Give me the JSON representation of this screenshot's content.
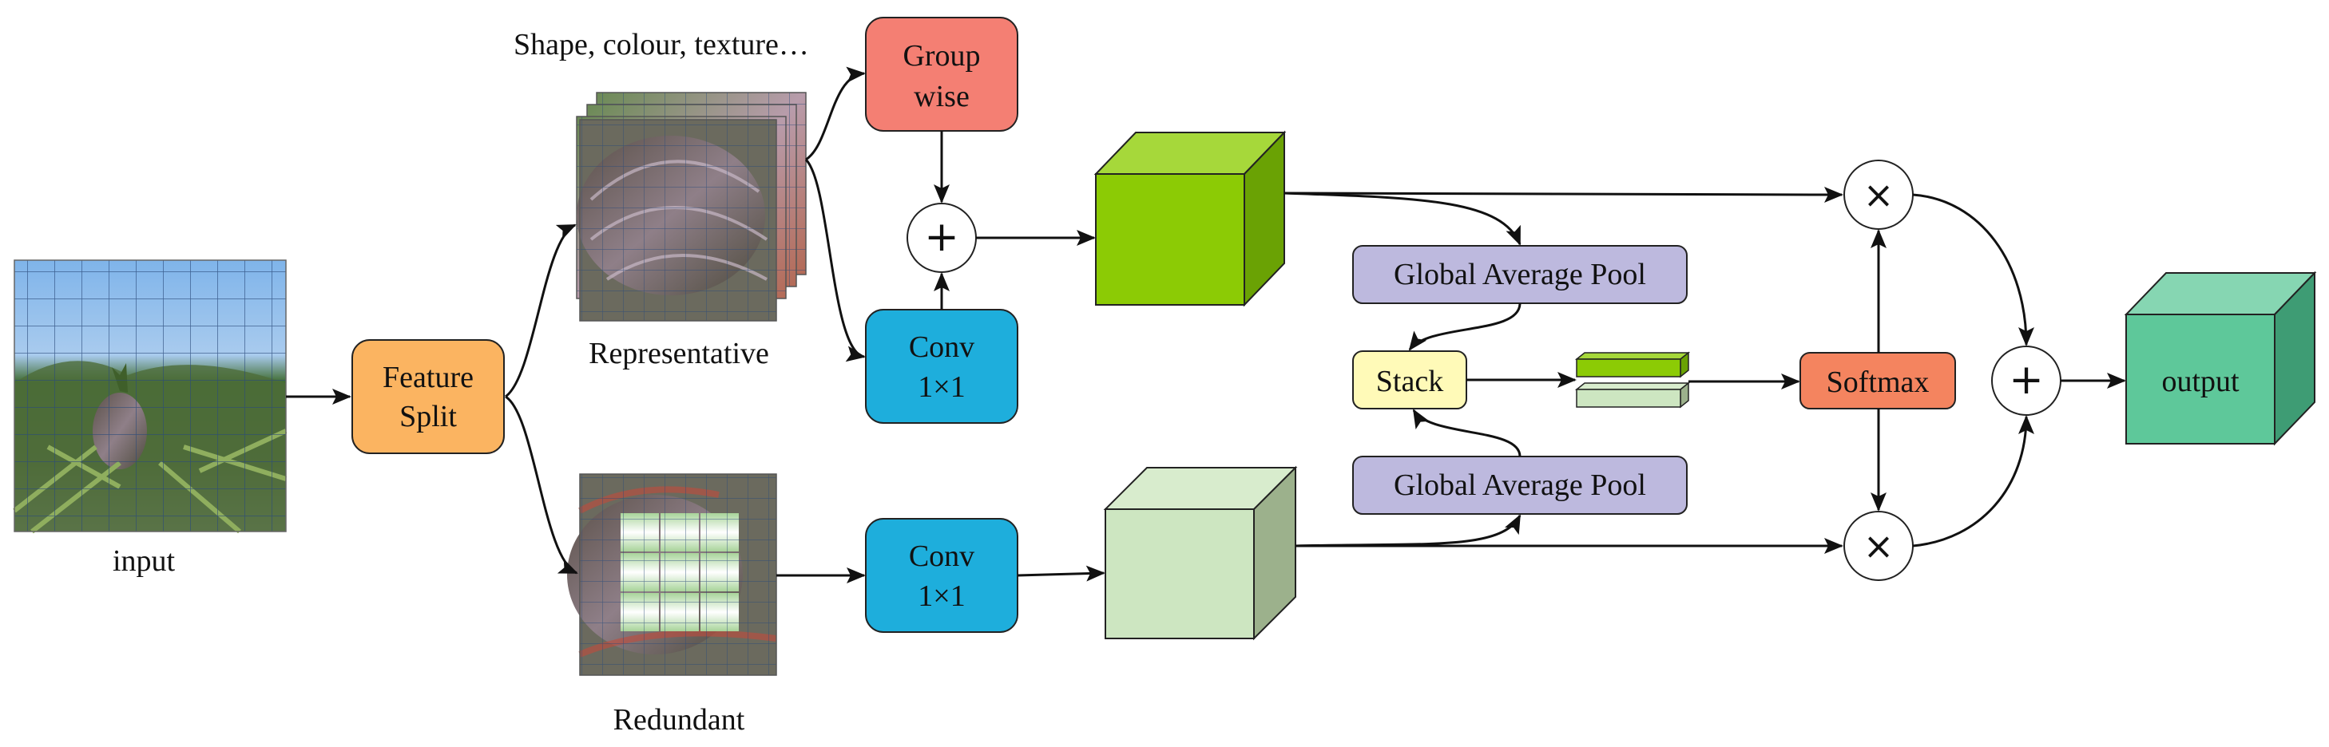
{
  "labels": {
    "input": "input",
    "representative": "Representative",
    "redundant": "Redundant",
    "shape_note": "Shape, colour, texture…",
    "output": "output"
  },
  "boxes": {
    "feature_split": [
      "Feature",
      "Split"
    ],
    "group_wise": [
      "Group",
      "wise"
    ],
    "conv_top": [
      "Conv",
      "1×1"
    ],
    "conv_bottom": [
      "Conv",
      "1×1"
    ],
    "gap_top": "Global Average Pool",
    "gap_bottom": "Global Average Pool",
    "stack": "Stack",
    "softmax": "Softmax"
  },
  "operators": {
    "add": "+",
    "multiply": "×"
  },
  "colors": {
    "feature_split": "#FBB461",
    "group_wise": "#F47F73",
    "conv": "#1EAEDC",
    "gap": "#BDB9DE",
    "stack": "#FFFAB8",
    "softmax": "#F4845F",
    "green_cube": "#8CCB05",
    "light_cube": "#CDE6C1",
    "output_cube": "#5EC89A"
  }
}
